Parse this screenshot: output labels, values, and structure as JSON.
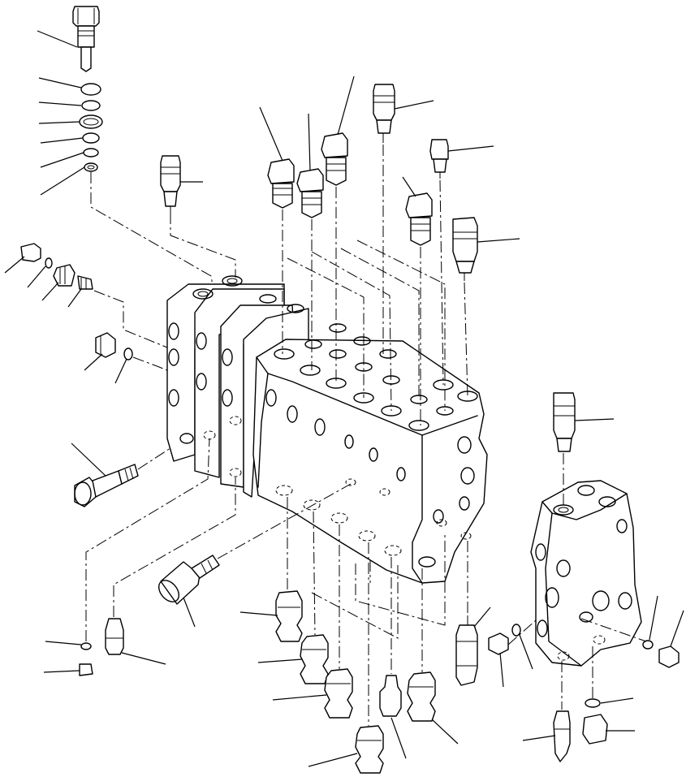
{
  "diagram": {
    "background": "#ffffff",
    "line_color": "#000000",
    "parts": [
      {
        "id": "relief-valve-top-left",
        "kind": "valve"
      },
      {
        "id": "o-ring-stack",
        "kind": "o-ring",
        "count": 6
      },
      {
        "id": "relief-valve-small-left",
        "kind": "valve"
      },
      {
        "id": "plug-left-set",
        "kind": "plug"
      },
      {
        "id": "plug-side-left",
        "kind": "plug"
      },
      {
        "id": "spool-bolt-left",
        "kind": "bolt"
      },
      {
        "id": "main-valve-block",
        "kind": "housing"
      },
      {
        "id": "top-plugs",
        "kind": "plug",
        "count": 4
      },
      {
        "id": "top-relief-valves",
        "kind": "valve",
        "count": 3
      },
      {
        "id": "bottom-valves",
        "kind": "valve",
        "count": 7
      },
      {
        "id": "right-auxiliary-block",
        "kind": "housing"
      },
      {
        "id": "right-relief-valve",
        "kind": "valve"
      },
      {
        "id": "right-small-parts",
        "kind": "plug",
        "count": 5
      }
    ]
  }
}
